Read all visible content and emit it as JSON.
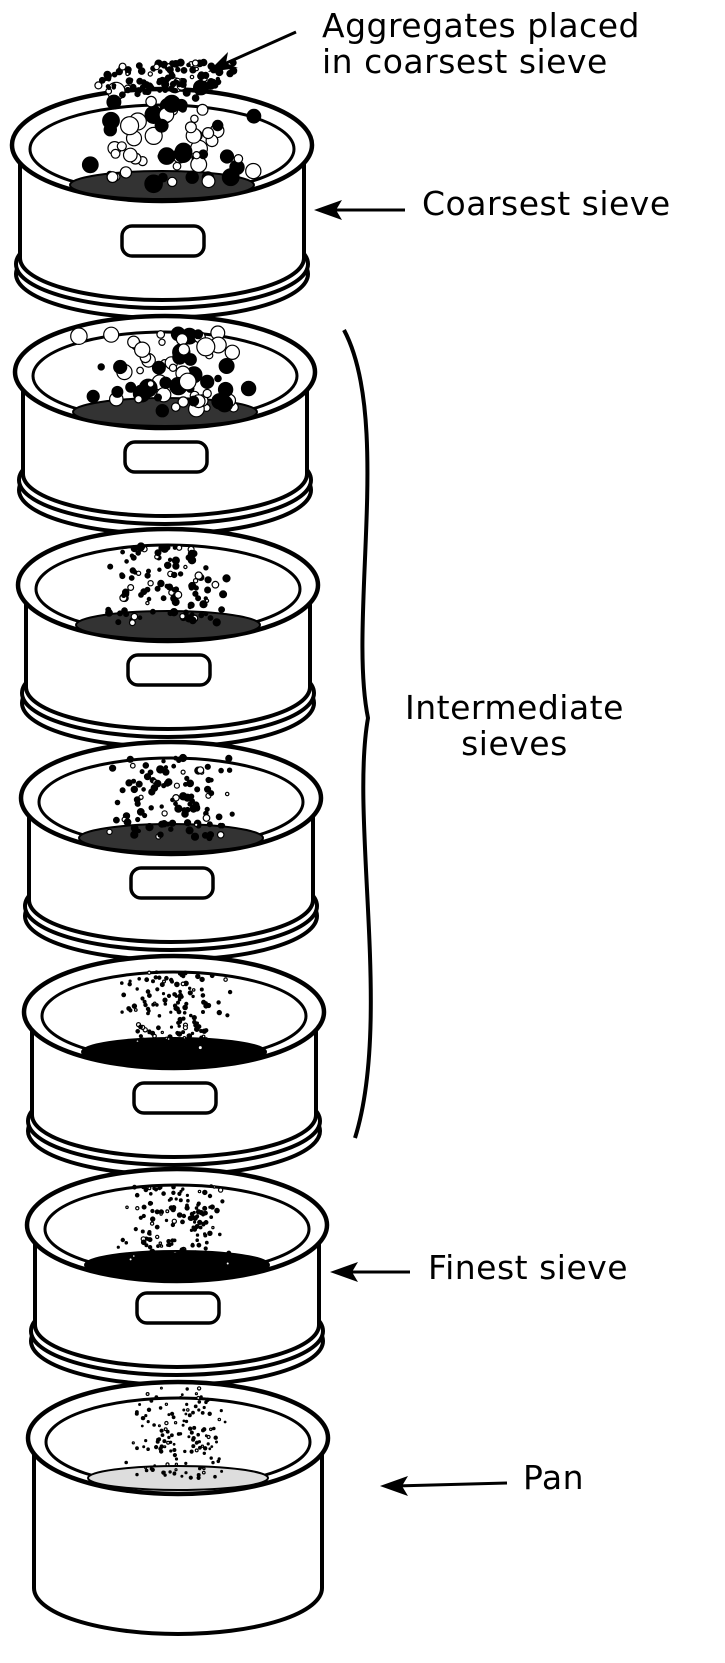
{
  "labels": {
    "aggregates_line1": "Aggregates placed",
    "aggregates_line2": "in coarsest sieve",
    "coarsest": "Coarsest sieve",
    "intermediate_line1": "Intermediate",
    "intermediate_line2": "sieves",
    "finest": "Finest sieve",
    "pan": "Pan"
  },
  "stack": {
    "sieves": [
      {
        "role": "coarsest",
        "particles": "coarse"
      },
      {
        "role": "intermediate",
        "particles": "coarse"
      },
      {
        "role": "intermediate",
        "particles": "medium"
      },
      {
        "role": "intermediate",
        "particles": "medium"
      },
      {
        "role": "intermediate",
        "particles": "fine"
      },
      {
        "role": "finest",
        "particles": "fine"
      }
    ],
    "pan": {
      "role": "pan",
      "particles": "finest"
    }
  },
  "colors": {
    "ink": "#000000",
    "paper": "#ffffff"
  }
}
